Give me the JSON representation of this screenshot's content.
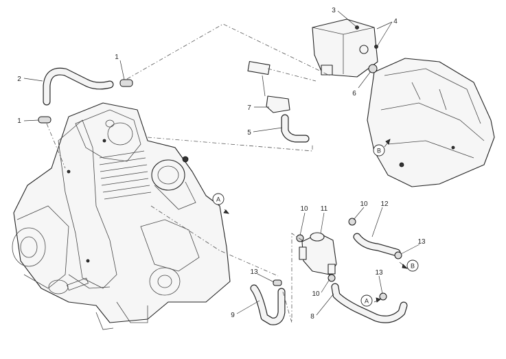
{
  "callouts": [
    "1",
    "2",
    "1",
    "3",
    "4",
    "6",
    "7",
    "5",
    "10",
    "11",
    "10",
    "12",
    "13",
    "13",
    "13",
    "10",
    "9",
    "8"
  ],
  "refs": [
    "A",
    "B",
    "B",
    "A"
  ]
}
